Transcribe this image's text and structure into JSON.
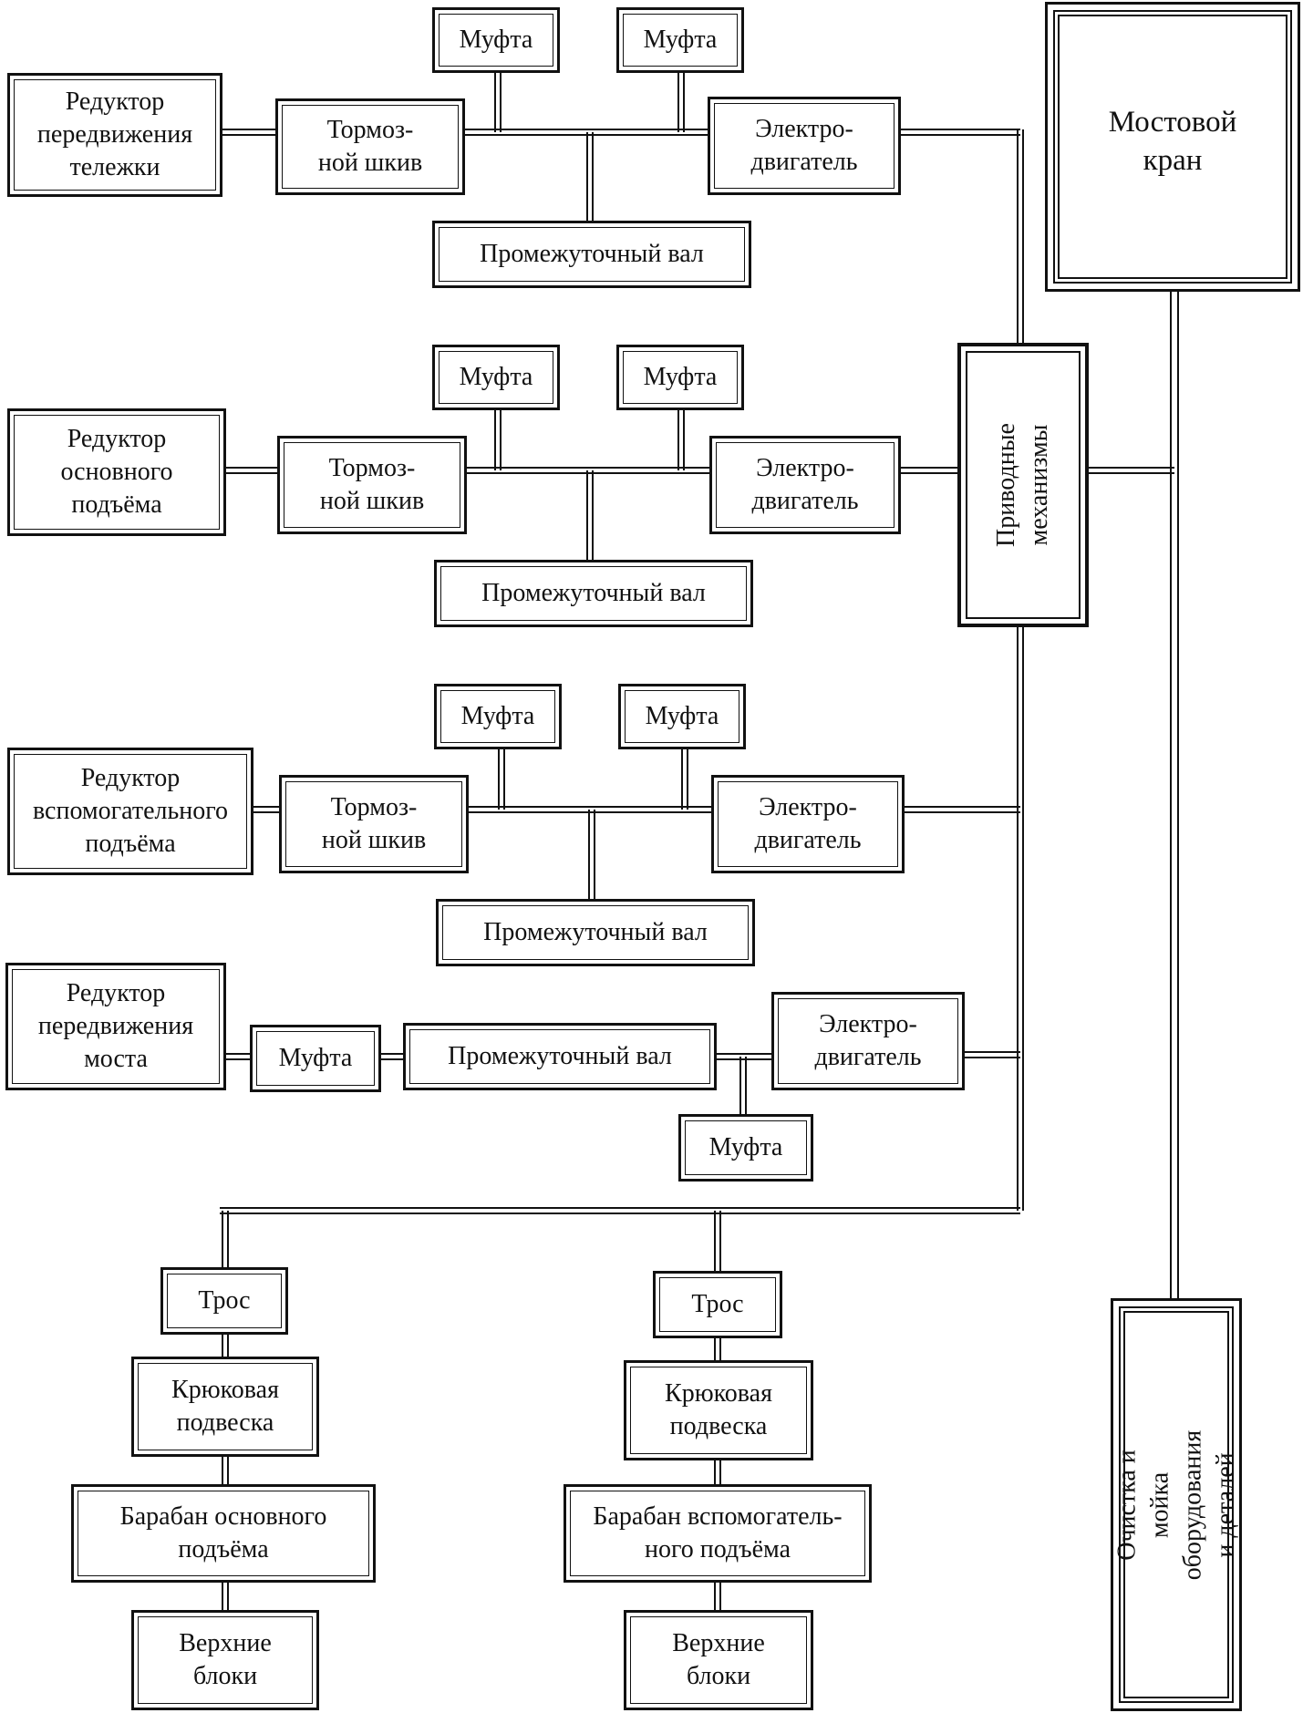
{
  "nodes": {
    "crane": "Мостовой\nкран",
    "drives": "Приводные\nмеханизмы",
    "cleaning": "Очистка и мойка\nоборудования и деталей",
    "row1": {
      "reducer": "Редуктор\nпередвижения\nтележки",
      "brake": "Тормоз-\nной шкив",
      "coupling_a": "Муфта",
      "coupling_b": "Муфта",
      "motor": "Электро-\nдвигатель",
      "shaft": "Промежуточный  вал"
    },
    "row2": {
      "reducer": "Редуктор\nосновного\nподъёма",
      "brake": "Тормоз-\nной шкив",
      "coupling_a": "Муфта",
      "coupling_b": "Муфта",
      "motor": "Электро-\nдвигатель",
      "shaft": "Промежуточный  вал"
    },
    "row3": {
      "reducer": "Редуктор\nвспомогательного\nподъёма",
      "brake": "Тормоз-\nной шкив",
      "coupling_a": "Муфта",
      "coupling_b": "Муфта",
      "motor": "Электро-\nдвигатель",
      "shaft": "Промежуточный  вал"
    },
    "row4": {
      "reducer": "Редуктор\nпередвижения\nмоста",
      "coupling_a": "Муфта",
      "shaft": "Промежуточный  вал",
      "motor": "Электро-\nдвигатель",
      "coupling_b": "Муфта"
    },
    "left_chain": {
      "rope": "Трос",
      "hook": "Крюковая\nподвеска",
      "drum": "Барабан основного\nподъёма",
      "blocks": "Верхние\nблоки"
    },
    "right_chain": {
      "rope": "Трос",
      "hook": "Крюковая\nподвеска",
      "drum": "Барабан вспомогатель-\nного  подъёма",
      "blocks": "Верхние\nблоки"
    }
  }
}
